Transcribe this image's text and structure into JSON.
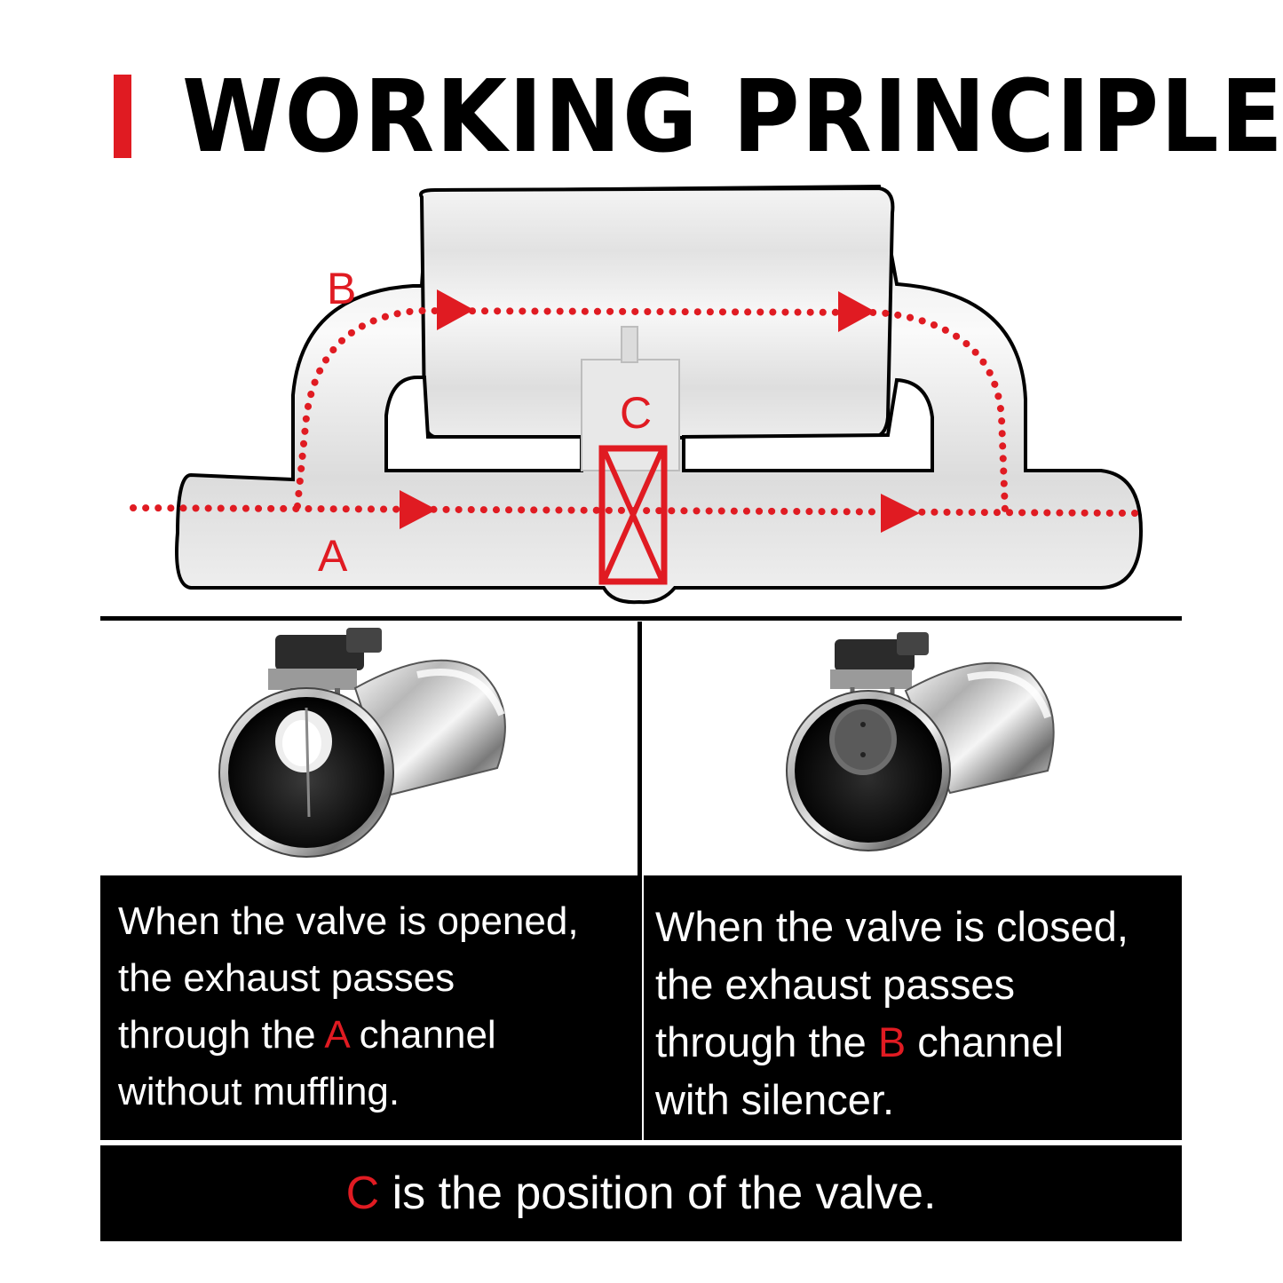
{
  "title": "WORKING PRINCIPLE",
  "diagram": {
    "label_a": "A",
    "label_b": "B",
    "label_c": "C"
  },
  "left_panel": {
    "line1": "When the valve is opened,",
    "line2": "the exhaust passes",
    "line3_pre": "through the ",
    "line3_key": "A",
    "line3_post": " channel",
    "line4": "without muffling."
  },
  "right_panel": {
    "line1": "When the valve is closed,",
    "line2": "the exhaust passes",
    "line3_pre": "through the ",
    "line3_key": "B",
    "line3_post": " channel",
    "line4": "with silencer."
  },
  "bottom_panel": {
    "key": "C",
    "text": " is the position of the valve."
  },
  "colors": {
    "accent": "#e01b22",
    "panel_background": "#000000",
    "panel_text": "#ffffff"
  }
}
